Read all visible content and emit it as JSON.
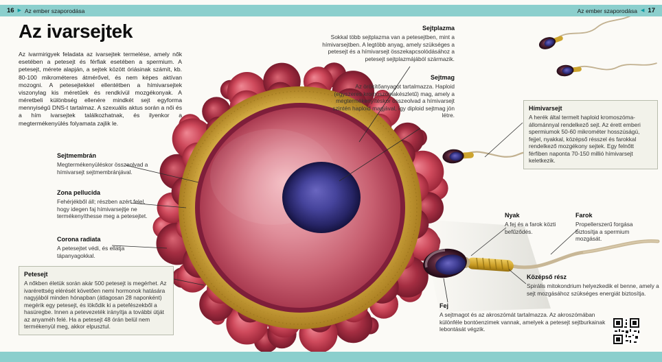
{
  "colors": {
    "header_bar": "#8ccfcd",
    "arrow_accent": "#0b9aa2",
    "egg_corona_red": "#c43b4e",
    "zona_gold": "#d9b044",
    "nucleus_blue": "#2c2a74"
  },
  "header": {
    "left_page": "16",
    "left_title": "Az ember szaporodása",
    "right_title": "Az ember szaporodása",
    "right_page": "17"
  },
  "title": "Az ivarsejtek",
  "intro": "Az ivarmirigyek feladata az ivarsejtek termelése, amely nők esetében a petesejt és férfiak esetében a spermium. A petesejt, mérete alapján, a sejtek között óriásinak számít, kb. 80-100 mikrométeres átmérővel, és nem képes aktívan mozogni. A petesejtekkel ellentétben a hímivarsejtek viszonylag kis méretűek és rendkívül mozgékonyak. A méretbeli különbség ellenére mindkét sejt egyforma mennyiségű DNS-t tartalmaz. A szexuális aktus során a női és a hím ivarsejtek találkozhatnak, és ilyenkor a megtermékenyülés folyamata zajlik le.",
  "callouts": {
    "sejtplazma": {
      "title": "Sejtplazma",
      "body": "Sokkal több sejtplazma van a petesejtben, mint a hímivarsejtben. A legtöbb anyag, amely szükséges a petesejt és a hímivarsejt összekapcsolódásához a petesejt sejtplazmájából származik."
    },
    "sejtmag": {
      "title": "Sejtmag",
      "body": "Az örökítőanyagot tartalmazza. Haploid (egyszeres kromoszómakészletű) mag, amely a megtermékenyítéskor összeolvad a hímivarsejt szintén haploid magjával, így diploid sejtmag jön létre."
    },
    "himivarsejt": {
      "title": "Hímivarsejt",
      "body": "A herék által termelt haploid kromoszóma-állománnyal rendelkező sejt. Az érett emberi spermiumok 50-60 mikrométer hosszúságú, fejjel, nyakkal, középső résszel és farokkal rendelkező mozgékony sejtek. Egy felnőtt férfiben naponta 70-150 millió hímivarsejt keletkezik."
    },
    "sejtmembran": {
      "title": "Sejtmembrán",
      "body": "Megtermékenyüléskor összeolvad a hímivarsejt sejtmembránjával."
    },
    "zona_pellucida": {
      "title": "Zona pellucida",
      "body": "Fehérjékből áll; részben azért felel, hogy idegen faj hímivarsejtje ne termékenyíthesse meg a petesejtet."
    },
    "corona_radiata": {
      "title": "Corona radiata",
      "body": "A petesejtet védi, és ellátja tápanyagokkal."
    },
    "petesejt": {
      "title": "Petesejt",
      "body": "A nőkben életük során akár 500 petesejt is megérhet. Az ivarérettség elérését követően nemi hormonok hatására nagyjából minden hónapban (átlagosan 28 naponként) megérik egy petesejt, és lökődik ki a petefészekből a hasüregbe. Innen a petevezeték irányítja a további útját az anyaméh felé. Ha a petesejt 48 órán belül nem termékenyül meg, akkor elpusztul."
    },
    "nyak": {
      "title": "Nyak",
      "body": "A fej és a farok közti befűződés."
    },
    "farok": {
      "title": "Farok",
      "body": "Propellerszerű forgása biztosítja a spermium mozgását."
    },
    "kozepso_resz": {
      "title": "Középső rész",
      "body": "Spirális mitokondrium helyezkedik el benne, amely a sejt mozgásához szükséges energiát biztosítja."
    },
    "fej": {
      "title": "Fej",
      "body": "A sejtmagot és az akroszómát tartalmazza. Az akroszómában különféle bontóenzimek vannak, amelyek a petesejt sejtburkainak lebontását végzik."
    }
  }
}
